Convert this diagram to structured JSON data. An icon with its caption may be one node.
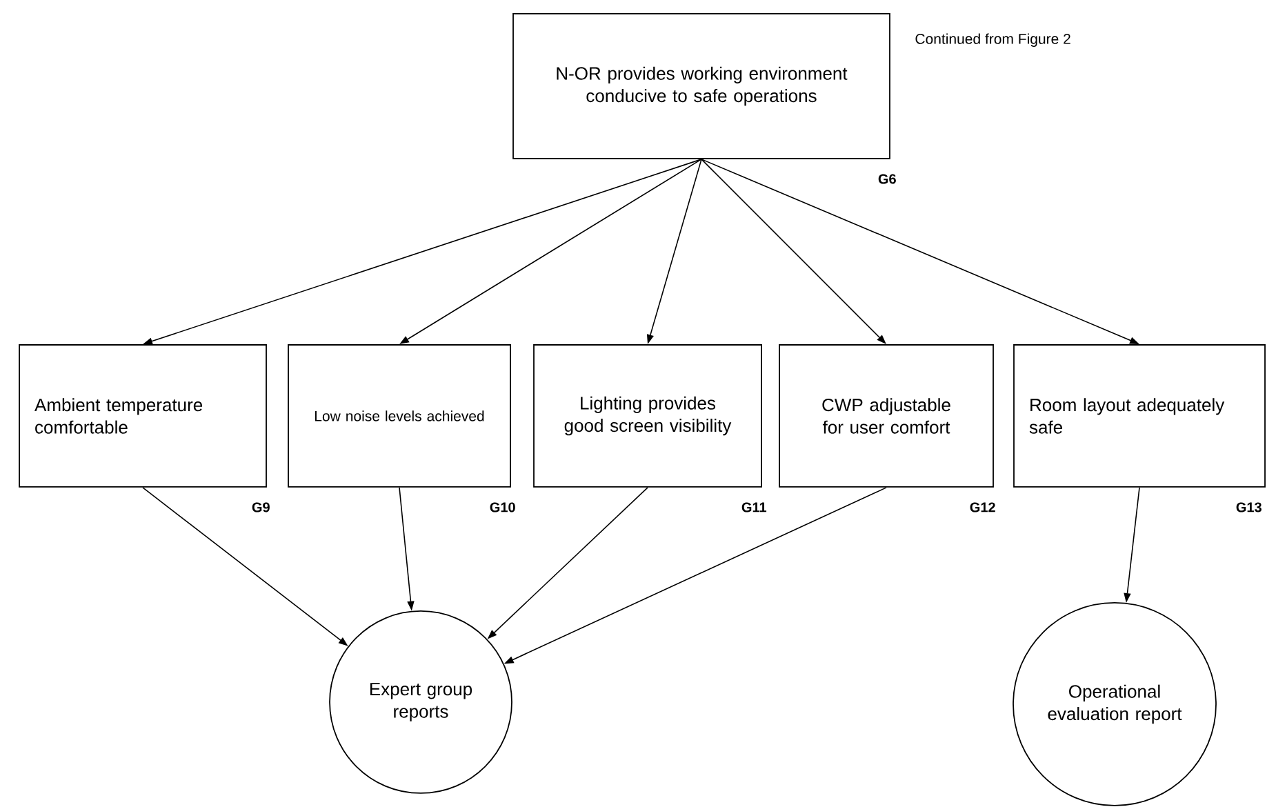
{
  "diagram": {
    "nodes": [
      {
        "text": [
          "N-OR provides working environment conducive to safe operations"
        ],
        "beside": [
          "G6"
        ]
      },
      {
        "text": [
          "Ambient temperature comfortable"
        ],
        "beside": [
          "G9"
        ]
      },
      {
        "text": [
          "Low noise levels achieved"
        ],
        "beside": [
          "G10"
        ]
      },
      {
        "text": [
          "Lighting provides good screen visibility"
        ],
        "beside": [
          "G11"
        ]
      },
      {
        "text": [
          "CWP adjustable for user comfort"
        ],
        "beside": [
          "G12"
        ]
      },
      {
        "text": [
          "Room layout adequately safe"
        ],
        "beside": [
          "G13"
        ]
      },
      {
        "text": [
          "Expert group reports"
        ]
      },
      {
        "text": [
          "Operational evaluation report"
        ]
      }
    ],
    "edges": [
      {
        "from": 0,
        "to": 1,
        "arrow": "to"
      },
      {
        "from": 0,
        "to": 2,
        "arrow": "to"
      },
      {
        "from": 0,
        "to": 3,
        "arrow": "to"
      },
      {
        "from": 0,
        "to": 4,
        "arrow": "to"
      },
      {
        "from": 0,
        "to": 5,
        "arrow": "to"
      },
      {
        "from": 1,
        "to": 6,
        "arrow": "to"
      },
      {
        "from": 2,
        "to": 6,
        "arrow": "to"
      },
      {
        "from": 3,
        "to": 6,
        "arrow": "to"
      },
      {
        "from": 4,
        "to": 6,
        "arrow": "to"
      },
      {
        "from": 5,
        "to": 7,
        "arrow": "to"
      }
    ],
    "labels": [
      "Continued from Figure 2"
    ]
  }
}
